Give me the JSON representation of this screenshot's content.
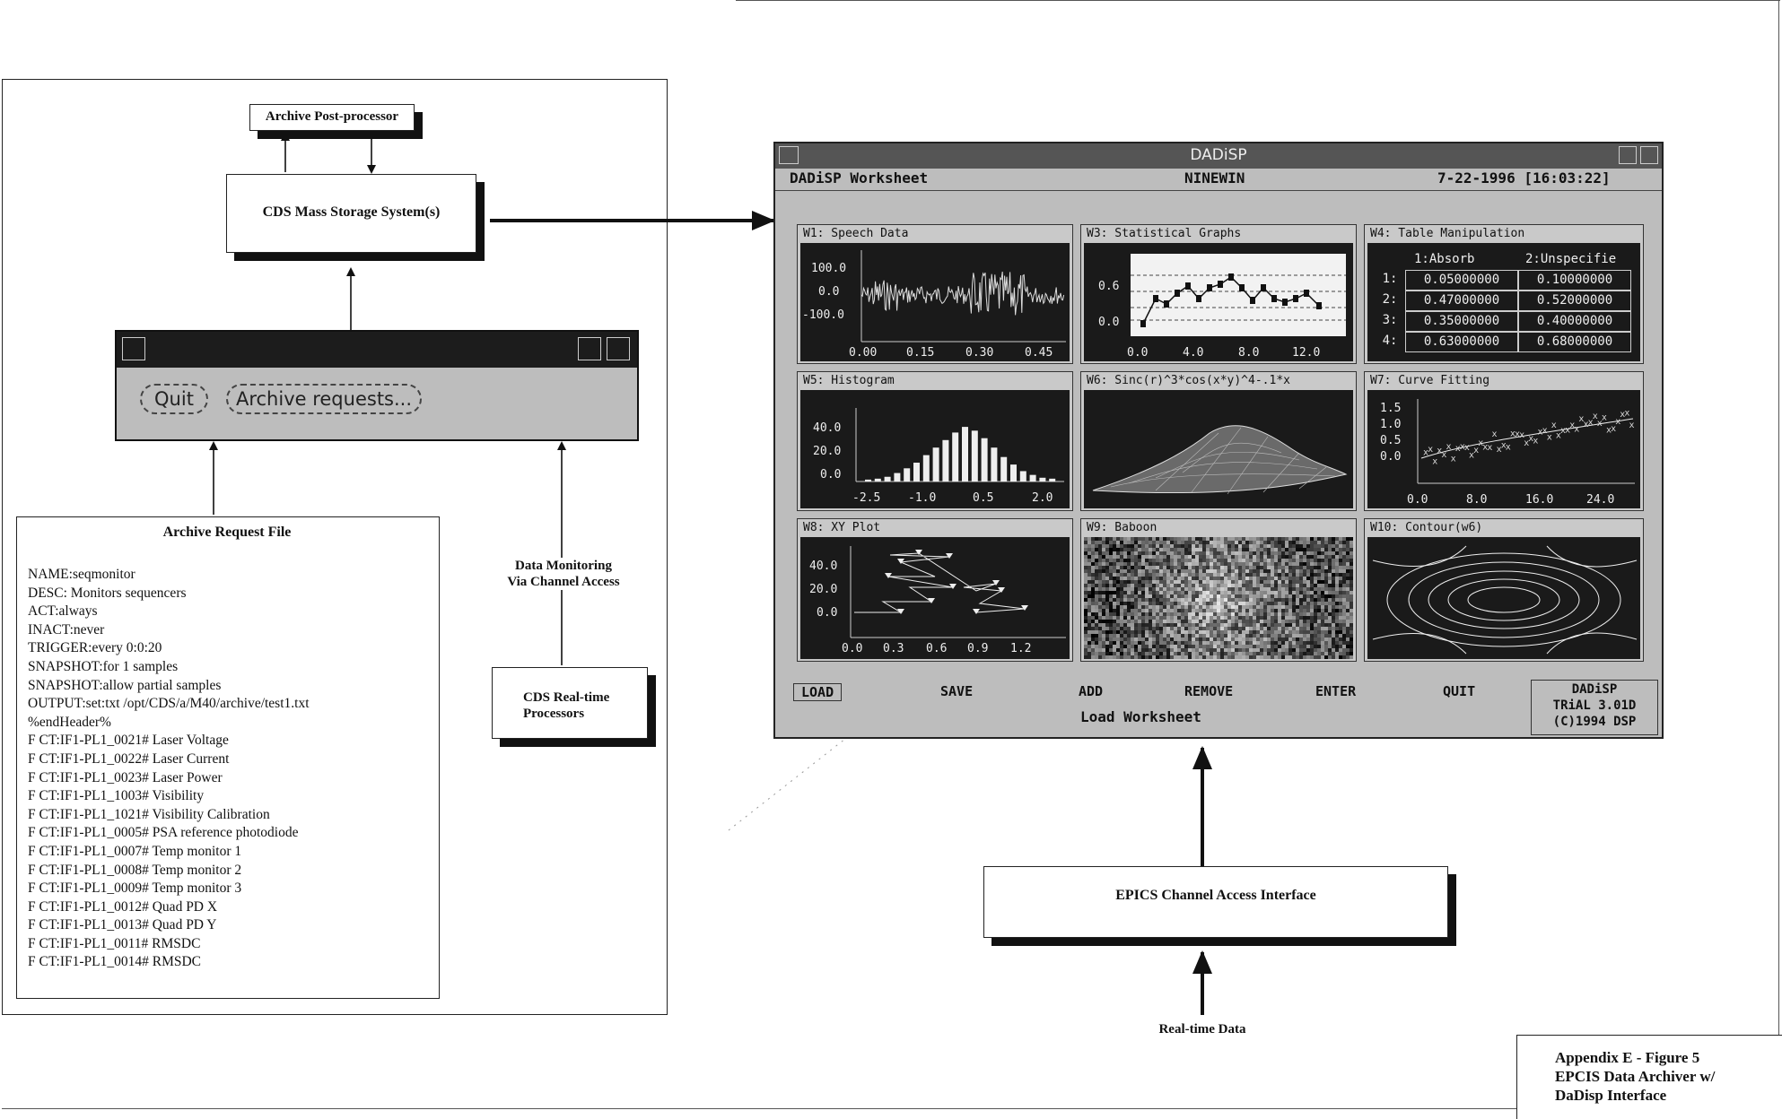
{
  "diagram": {
    "post_processor": "Archive Post-processor",
    "mass_storage": "CDS Mass Storage System(s)",
    "control_window": {
      "quit_button": "Quit",
      "archive_button": "Archive requests..."
    },
    "archive_request_file": {
      "title": "Archive Request File",
      "lines": [
        "NAME:seqmonitor",
        "DESC: Monitors sequencers",
        "ACT:always",
        "INACT:never",
        "TRIGGER:every 0:0:20",
        "SNAPSHOT:for 1 samples",
        "SNAPSHOT:allow partial samples",
        "OUTPUT:set:txt /opt/CDS/a/M40/archive/test1.txt",
        "%endHeader%",
        "F CT:IF1-PL1_0021# Laser Voltage",
        "F CT:IF1-PL1_0022# Laser Current",
        "F CT:IF1-PL1_0023# Laser Power",
        "F CT:IF1-PL1_1003# Visibility",
        "F CT:IF1-PL1_1021# Visibility Calibration",
        "F CT:IF1-PL1_0005# PSA reference photodiode",
        "F CT:IF1-PL1_0007# Temp monitor 1",
        "F CT:IF1-PL1_0008# Temp monitor 2",
        "F CT:IF1-PL1_0009# Temp monitor 3",
        "F CT:IF1-PL1_0012# Quad PD X",
        "F CT:IF1-PL1_0013# Quad PD Y",
        "F CT:IF1-PL1_0011# RMSDC",
        "F CT:IF1-PL1_0014# RMSDC"
      ]
    },
    "data_monitoring": [
      "Data Monitoring",
      "Via Channel Access"
    ],
    "realtime_processors": [
      "CDS Real-time",
      "Processors"
    ],
    "epics_interface": "EPICS Channel Access Interface",
    "realtime_data": "Real-time Data",
    "caption": [
      "Appendix E - Figure 5",
      "EPCIS Data Archiver w/",
      "DaDisp Interface"
    ]
  },
  "dadisp": {
    "window_title": "DADiSP",
    "worksheet_label": "DADiSP Worksheet",
    "worksheet_name": "NINEWIN",
    "datetime": "7-22-1996 [16:03:22]",
    "panels": {
      "w1": {
        "title": "W1: Speech Data",
        "yticks": [
          "100.0",
          "0.0",
          "-100.0"
        ],
        "xticks": [
          "0.00",
          "0.15",
          "0.30",
          "0.45"
        ]
      },
      "w3": {
        "title": "W3: Statistical Graphs",
        "yticks": [
          "0.6",
          "0.0"
        ],
        "xticks": [
          "0.0",
          "4.0",
          "8.0",
          "12.0"
        ]
      },
      "w4": {
        "title": "W4: Table Manipulation",
        "columns": [
          "1:Absorb",
          "2:Unspecifie"
        ],
        "rows": [
          {
            "index": "1:",
            "c1": "0.05000000",
            "c2": "0.10000000"
          },
          {
            "index": "2:",
            "c1": "0.47000000",
            "c2": "0.52000000"
          },
          {
            "index": "3:",
            "c1": "0.35000000",
            "c2": "0.40000000"
          },
          {
            "index": "4:",
            "c1": "0.63000000",
            "c2": "0.68000000"
          }
        ]
      },
      "w5": {
        "title": "W5: Histogram",
        "yticks": [
          "40.0",
          "20.0",
          "0.0"
        ],
        "xticks": [
          "-2.5",
          "-1.0",
          "0.5",
          "2.0"
        ]
      },
      "w6": {
        "title": "W6: Sinc(r)^3*cos(x*y)^4-.1*x"
      },
      "w7": {
        "title": "W7: Curve Fitting",
        "yticks": [
          "1.5",
          "1.0",
          "0.5",
          "0.0"
        ],
        "xticks": [
          "0.0",
          "8.0",
          "16.0",
          "24.0"
        ]
      },
      "w8": {
        "title": "W8: XY Plot",
        "yticks": [
          "40.0",
          "20.0",
          "0.0"
        ],
        "xticks": [
          "0.0",
          "0.3",
          "0.6",
          "0.9",
          "1.2"
        ]
      },
      "w9": {
        "title": "W9: Baboon"
      },
      "w10": {
        "title": "W10: Contour(w6)"
      }
    },
    "menu": [
      "LOAD",
      "SAVE",
      "ADD",
      "REMOVE",
      "ENTER",
      "QUIT"
    ],
    "status": "Load Worksheet",
    "version": [
      "DADiSP",
      "TRiAL 3.01D",
      "(C)1994 DSP"
    ]
  }
}
